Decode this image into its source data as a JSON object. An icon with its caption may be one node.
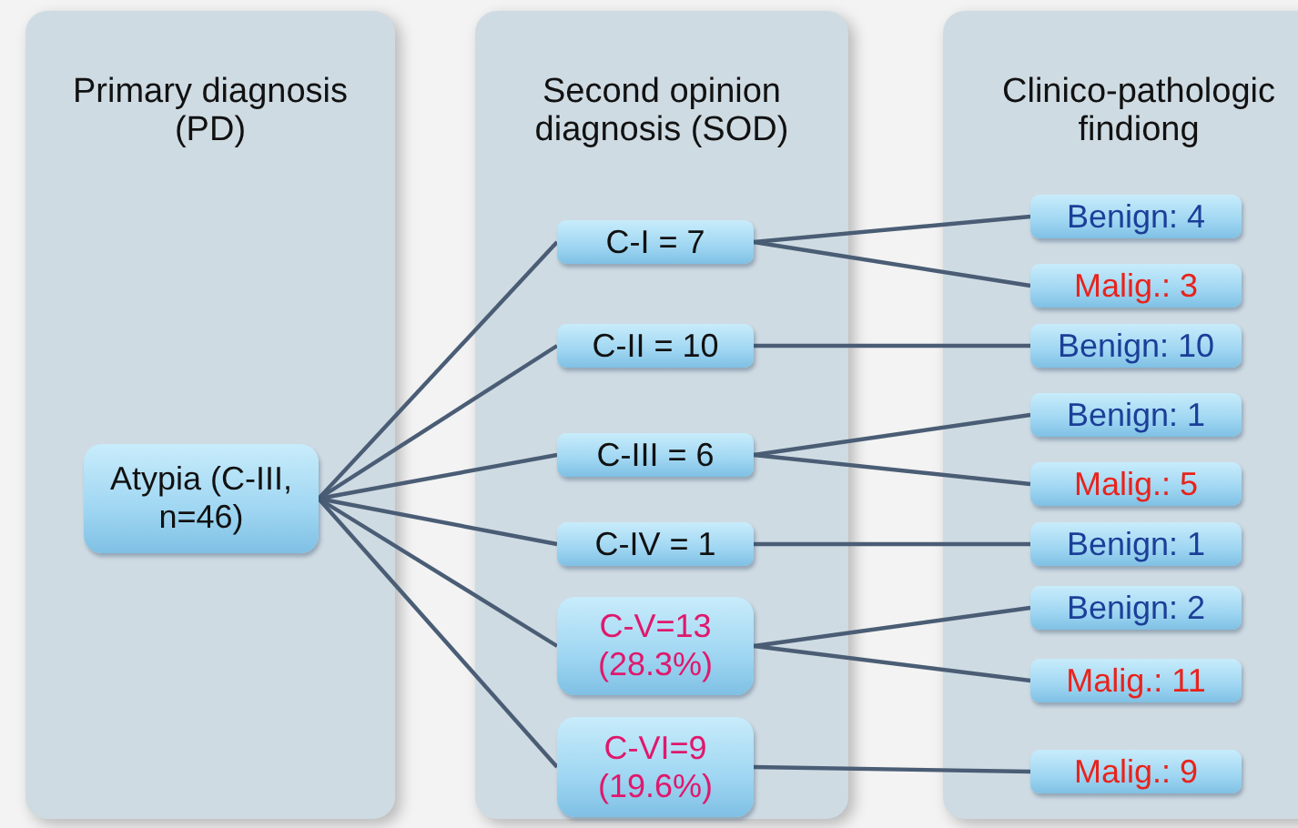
{
  "diagram": {
    "nodes": [
      {
        "text": [
          "Primary diagnosis (PD)"
        ]
      },
      {
        "text": [
          "Second opinion diagnosis (SOD)"
        ]
      },
      {
        "text": [
          "Clinico-pathologic findiong"
        ]
      },
      {
        "text": [
          "Atypia (C-III, n=46)"
        ],
        "in": 0
      },
      {
        "text": [
          "C-I = 7"
        ],
        "in": 1
      },
      {
        "text": [
          "C-II = 10"
        ],
        "in": 1
      },
      {
        "text": [
          "C-III = 6"
        ],
        "in": 1
      },
      {
        "text": [
          "C-IV = 1"
        ],
        "in": 1
      },
      {
        "text": [
          "C-V=13 (28.3%)"
        ],
        "in": 1
      },
      {
        "text": [
          "C-VI=9 (19.6%)"
        ],
        "in": 1
      },
      {
        "text": [
          "Benign: 4"
        ],
        "in": 2
      },
      {
        "text": [
          "Malig.: 3"
        ],
        "in": 2
      },
      {
        "text": [
          "Benign: 10"
        ],
        "in": 2
      },
      {
        "text": [
          "Benign: 1"
        ],
        "in": 2
      },
      {
        "text": [
          "Malig.: 5"
        ],
        "in": 2
      },
      {
        "text": [
          "Benign: 1"
        ],
        "in": 2
      },
      {
        "text": [
          "Benign: 2"
        ],
        "in": 2
      },
      {
        "text": [
          "Malig.: 11"
        ],
        "in": 2
      },
      {
        "text": [
          "Malig.: 9"
        ],
        "in": 2
      }
    ],
    "edges": [
      {
        "from": 3,
        "to": 4,
        "arrow": "none"
      },
      {
        "from": 3,
        "to": 5,
        "arrow": "none"
      },
      {
        "from": 3,
        "to": 6,
        "arrow": "none"
      },
      {
        "from": 3,
        "to": 7,
        "arrow": "none"
      },
      {
        "from": 3,
        "to": 8,
        "arrow": "none"
      },
      {
        "from": 3,
        "to": 9,
        "arrow": "none"
      },
      {
        "from": 4,
        "to": 10,
        "arrow": "none"
      },
      {
        "from": 4,
        "to": 11,
        "arrow": "none"
      },
      {
        "from": 5,
        "to": 12,
        "arrow": "none"
      },
      {
        "from": 6,
        "to": 13,
        "arrow": "none"
      },
      {
        "from": 6,
        "to": 14,
        "arrow": "none"
      },
      {
        "from": 7,
        "to": 15,
        "arrow": "none"
      },
      {
        "from": 8,
        "to": 16,
        "arrow": "none"
      },
      {
        "from": 8,
        "to": 17,
        "arrow": "none"
      },
      {
        "from": 9,
        "to": 18,
        "arrow": "none"
      }
    ]
  }
}
